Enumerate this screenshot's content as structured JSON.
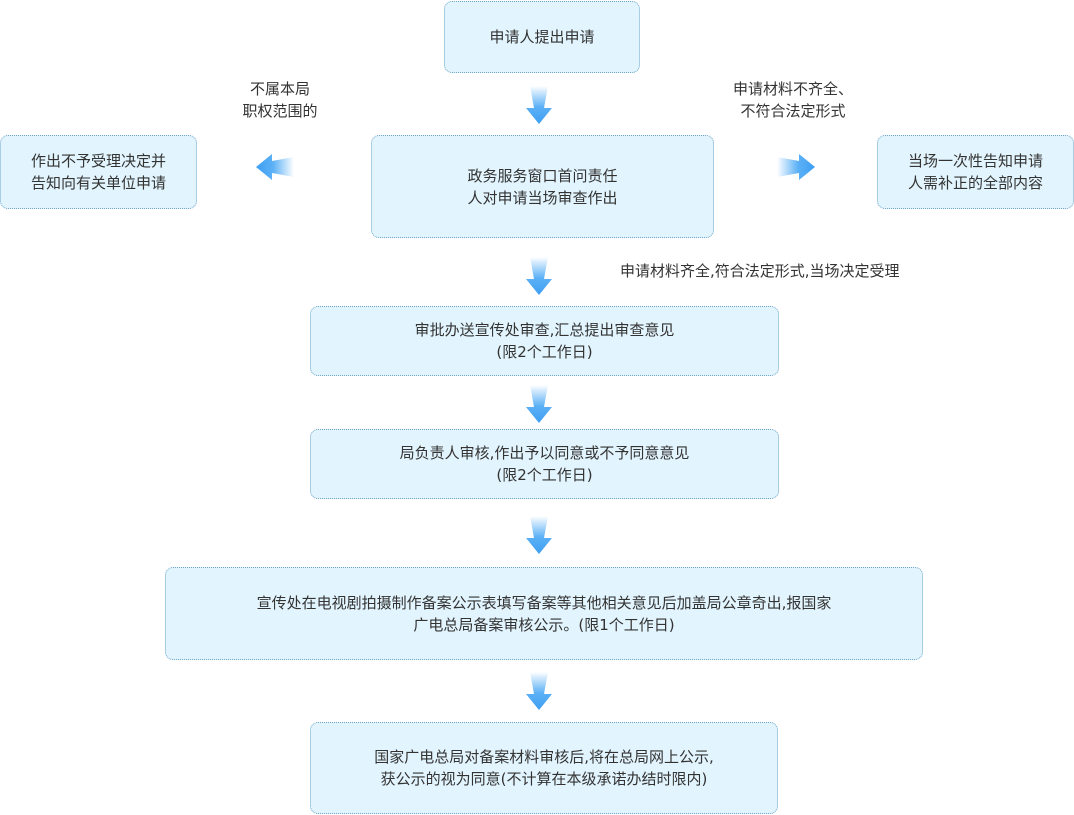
{
  "colors": {
    "box_fill": "#e2f4fd",
    "box_border": "#6fa6c8",
    "arrow": "#4aa8f5",
    "text": "#333333"
  },
  "nodes": {
    "apply": {
      "lines": [
        "申请人提出申请"
      ]
    },
    "window_review": {
      "lines": [
        "政务服务窗口首问责任",
        "人对申请当场审查作出"
      ]
    },
    "reject": {
      "lines": [
        "作出不予受理决定并",
        "告知向有关单位申请"
      ]
    },
    "notify_supplement": {
      "lines": [
        "当场一次性告知申请",
        "人需补正的全部内容"
      ]
    },
    "publicity_review": {
      "lines": [
        "审批办送宣传处审查,汇总提出审查意见",
        "(限2个工作日)"
      ]
    },
    "leader_review": {
      "lines": [
        "局负责人审核,作出予以同意或不予同意意见",
        "(限2个工作日)"
      ]
    },
    "filing_form": {
      "lines": [
        "宣传处在电视剧拍摄制作备案公示表填写备案等其他相关意见后加盖局公章奇出,报国家",
        "广电总局备案审核公示。(限1个工作日)"
      ]
    },
    "national_publish": {
      "lines": [
        "国家广电总局对备案材料审核后,将在总局网上公示,",
        "获公示的视为同意(不计算在本级承诺办结时限内)"
      ]
    }
  },
  "edge_labels": {
    "not_in_scope": {
      "lines": [
        "不属本局",
        "职权范围的"
      ]
    },
    "incomplete": {
      "lines": [
        "申请材料不齐全、",
        "不符合法定形式"
      ]
    },
    "accepted": {
      "lines": [
        "申请材料齐全,符合法定形式,当场决定受理"
      ]
    }
  },
  "icons": {
    "down_arrow": "arrow-down-icon",
    "left_arrow": "arrow-left-icon",
    "right_arrow": "arrow-right-icon"
  }
}
